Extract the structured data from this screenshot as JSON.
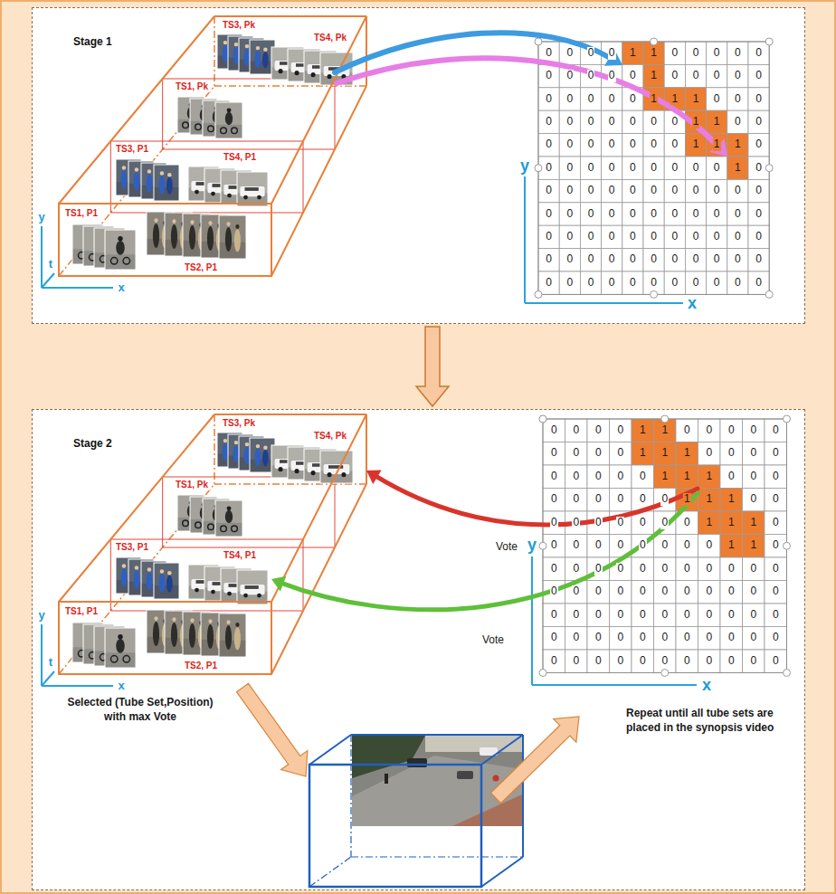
{
  "diagram": {
    "nodes": [
      {
        "text": [
          "Stage 1"
        ]
      },
      {
        "text": [
          "Stage 2"
        ]
      }
    ],
    "edges": [
      {
        "from": 0,
        "to": 1,
        "arrow": "to"
      }
    ],
    "labels": [
      "TS3, Pk",
      "TS4, Pk",
      "TS1, Pk",
      "TS3, P1",
      "TS4, P1",
      "TS1, P1",
      "TS2, P1",
      "y",
      "t",
      "x",
      "0",
      "0",
      "0",
      "0",
      "1",
      "1",
      "0",
      "0",
      "0",
      "0",
      "0",
      "0",
      "0",
      "0",
      "0",
      "0",
      "1",
      "0",
      "0",
      "0",
      "0",
      "0",
      "0",
      "0",
      "0",
      "0",
      "0",
      "1",
      "1",
      "1",
      "0",
      "0",
      "0",
      "0",
      "0",
      "0",
      "0",
      "0",
      "0",
      "0",
      "1",
      "1",
      "0",
      "0",
      "0",
      "0",
      "0",
      "0",
      "0",
      "0",
      "0",
      "1",
      "1",
      "1",
      "0",
      "0",
      "0",
      "0",
      "0",
      "0",
      "0",
      "0",
      "0",
      "0",
      "1",
      "0",
      "0",
      "0",
      "0",
      "0",
      "0",
      "0",
      "0",
      "0",
      "0",
      "0",
      "0",
      "0",
      "0",
      "0",
      "0",
      "0",
      "0",
      "0",
      "0",
      "0",
      "0",
      "0",
      "0",
      "0",
      "0",
      "0",
      "0",
      "0",
      "0",
      "0",
      "0",
      "0",
      "0",
      "0",
      "0",
      "0",
      "0",
      "0",
      "0",
      "0",
      "0",
      "0",
      "0",
      "0",
      "0",
      "0",
      "0",
      "0",
      "0",
      "0",
      "0",
      "0",
      "0",
      "0",
      "0",
      "y",
      "x",
      "TS3, Pk",
      "TS4, Pk",
      "TS1, Pk",
      "TS3, P1",
      "TS4, P1",
      "TS1, P1",
      "TS2, P1",
      "y",
      "t",
      "x",
      "0",
      "0",
      "0",
      "0",
      "1",
      "1",
      "0",
      "0",
      "0",
      "0",
      "0",
      "0",
      "0",
      "0",
      "0",
      "1",
      "1",
      "1",
      "0",
      "0",
      "0",
      "0",
      "0",
      "0",
      "0",
      "0",
      "0",
      "1",
      "1",
      "1",
      "0",
      "0",
      "0",
      "0",
      "0",
      "0",
      "0",
      "0",
      "0",
      "1",
      "1",
      "1",
      "0",
      "0",
      "0",
      "0",
      "0",
      "0",
      "0",
      "0",
      "0",
      "1",
      "1",
      "1",
      "0",
      "0",
      "0",
      "0",
      "0",
      "0",
      "0",
      "0",
      "0",
      "1",
      "1",
      "0",
      "0",
      "0",
      "0",
      "0",
      "0",
      "0",
      "0",
      "0",
      "0",
      "0",
      "0",
      "0",
      "0",
      "0",
      "0",
      "0",
      "0",
      "0",
      "0",
      "0",
      "0",
      "0",
      "0",
      "0",
      "0",
      "0",
      "0",
      "0",
      "0",
      "0",
      "0",
      "0",
      "0",
      "0",
      "0",
      "0",
      "0",
      "0",
      "0",
      "0",
      "0",
      "0",
      "0",
      "0",
      "0",
      "0",
      "0",
      "0",
      "0",
      "0",
      "0",
      "0",
      "0",
      "0",
      "0",
      "Vote",
      "Vote",
      "y",
      "x",
      "Selected (Tube Set,Position) with max Vote",
      "Repeat until all tube sets are placed in the synopsis video"
    ]
  }
}
